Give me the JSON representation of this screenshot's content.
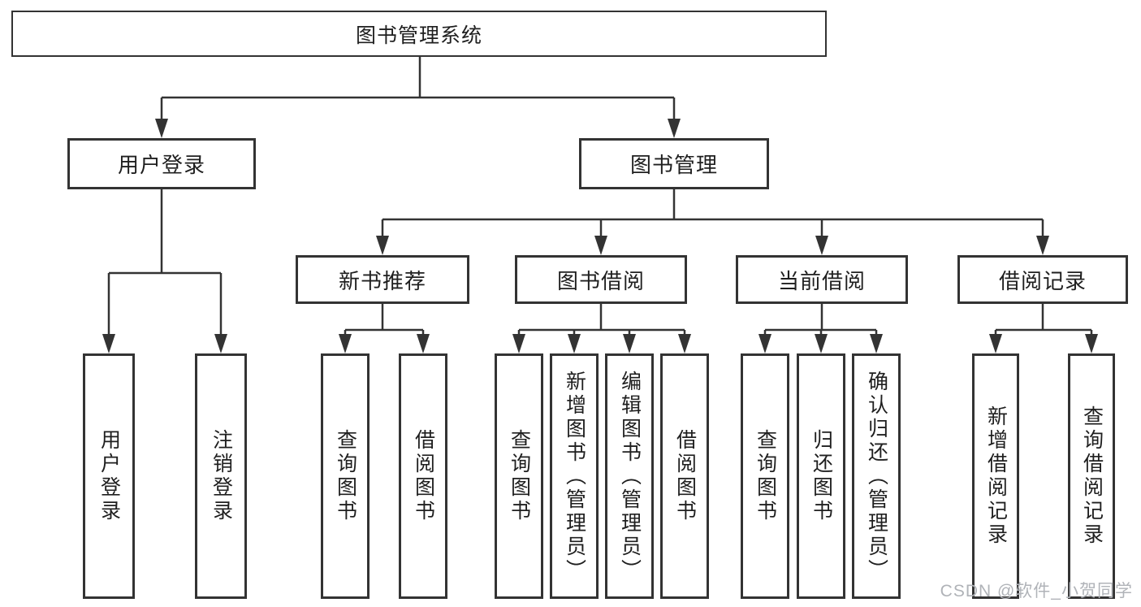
{
  "tree": {
    "label": "图书管理系统",
    "children": [
      {
        "label": "用户登录",
        "children": [
          {
            "label": "用户登录"
          },
          {
            "label": "注销登录"
          }
        ]
      },
      {
        "label": "图书管理",
        "children": [
          {
            "label": "新书推荐",
            "children": [
              {
                "label": "查询图书"
              },
              {
                "label": "借阅图书"
              }
            ]
          },
          {
            "label": "图书借阅",
            "children": [
              {
                "label": "查询图书"
              },
              {
                "label": "新增图书（管理员）"
              },
              {
                "label": "编辑图书（管理员）"
              },
              {
                "label": "借阅图书"
              }
            ]
          },
          {
            "label": "当前借阅",
            "children": [
              {
                "label": "查询图书"
              },
              {
                "label": "归还图书"
              },
              {
                "label": "确认归还（管理员）"
              }
            ]
          },
          {
            "label": "借阅记录",
            "children": [
              {
                "label": "新增借阅记录"
              },
              {
                "label": "查询借阅记录"
              }
            ]
          }
        ]
      }
    ]
  },
  "watermark": "CSDN @软件_小贺同学",
  "colors": {
    "line": "#333333",
    "text": "#1f1f1f",
    "background": "#ffffff",
    "watermark": "#b0b3b8"
  }
}
